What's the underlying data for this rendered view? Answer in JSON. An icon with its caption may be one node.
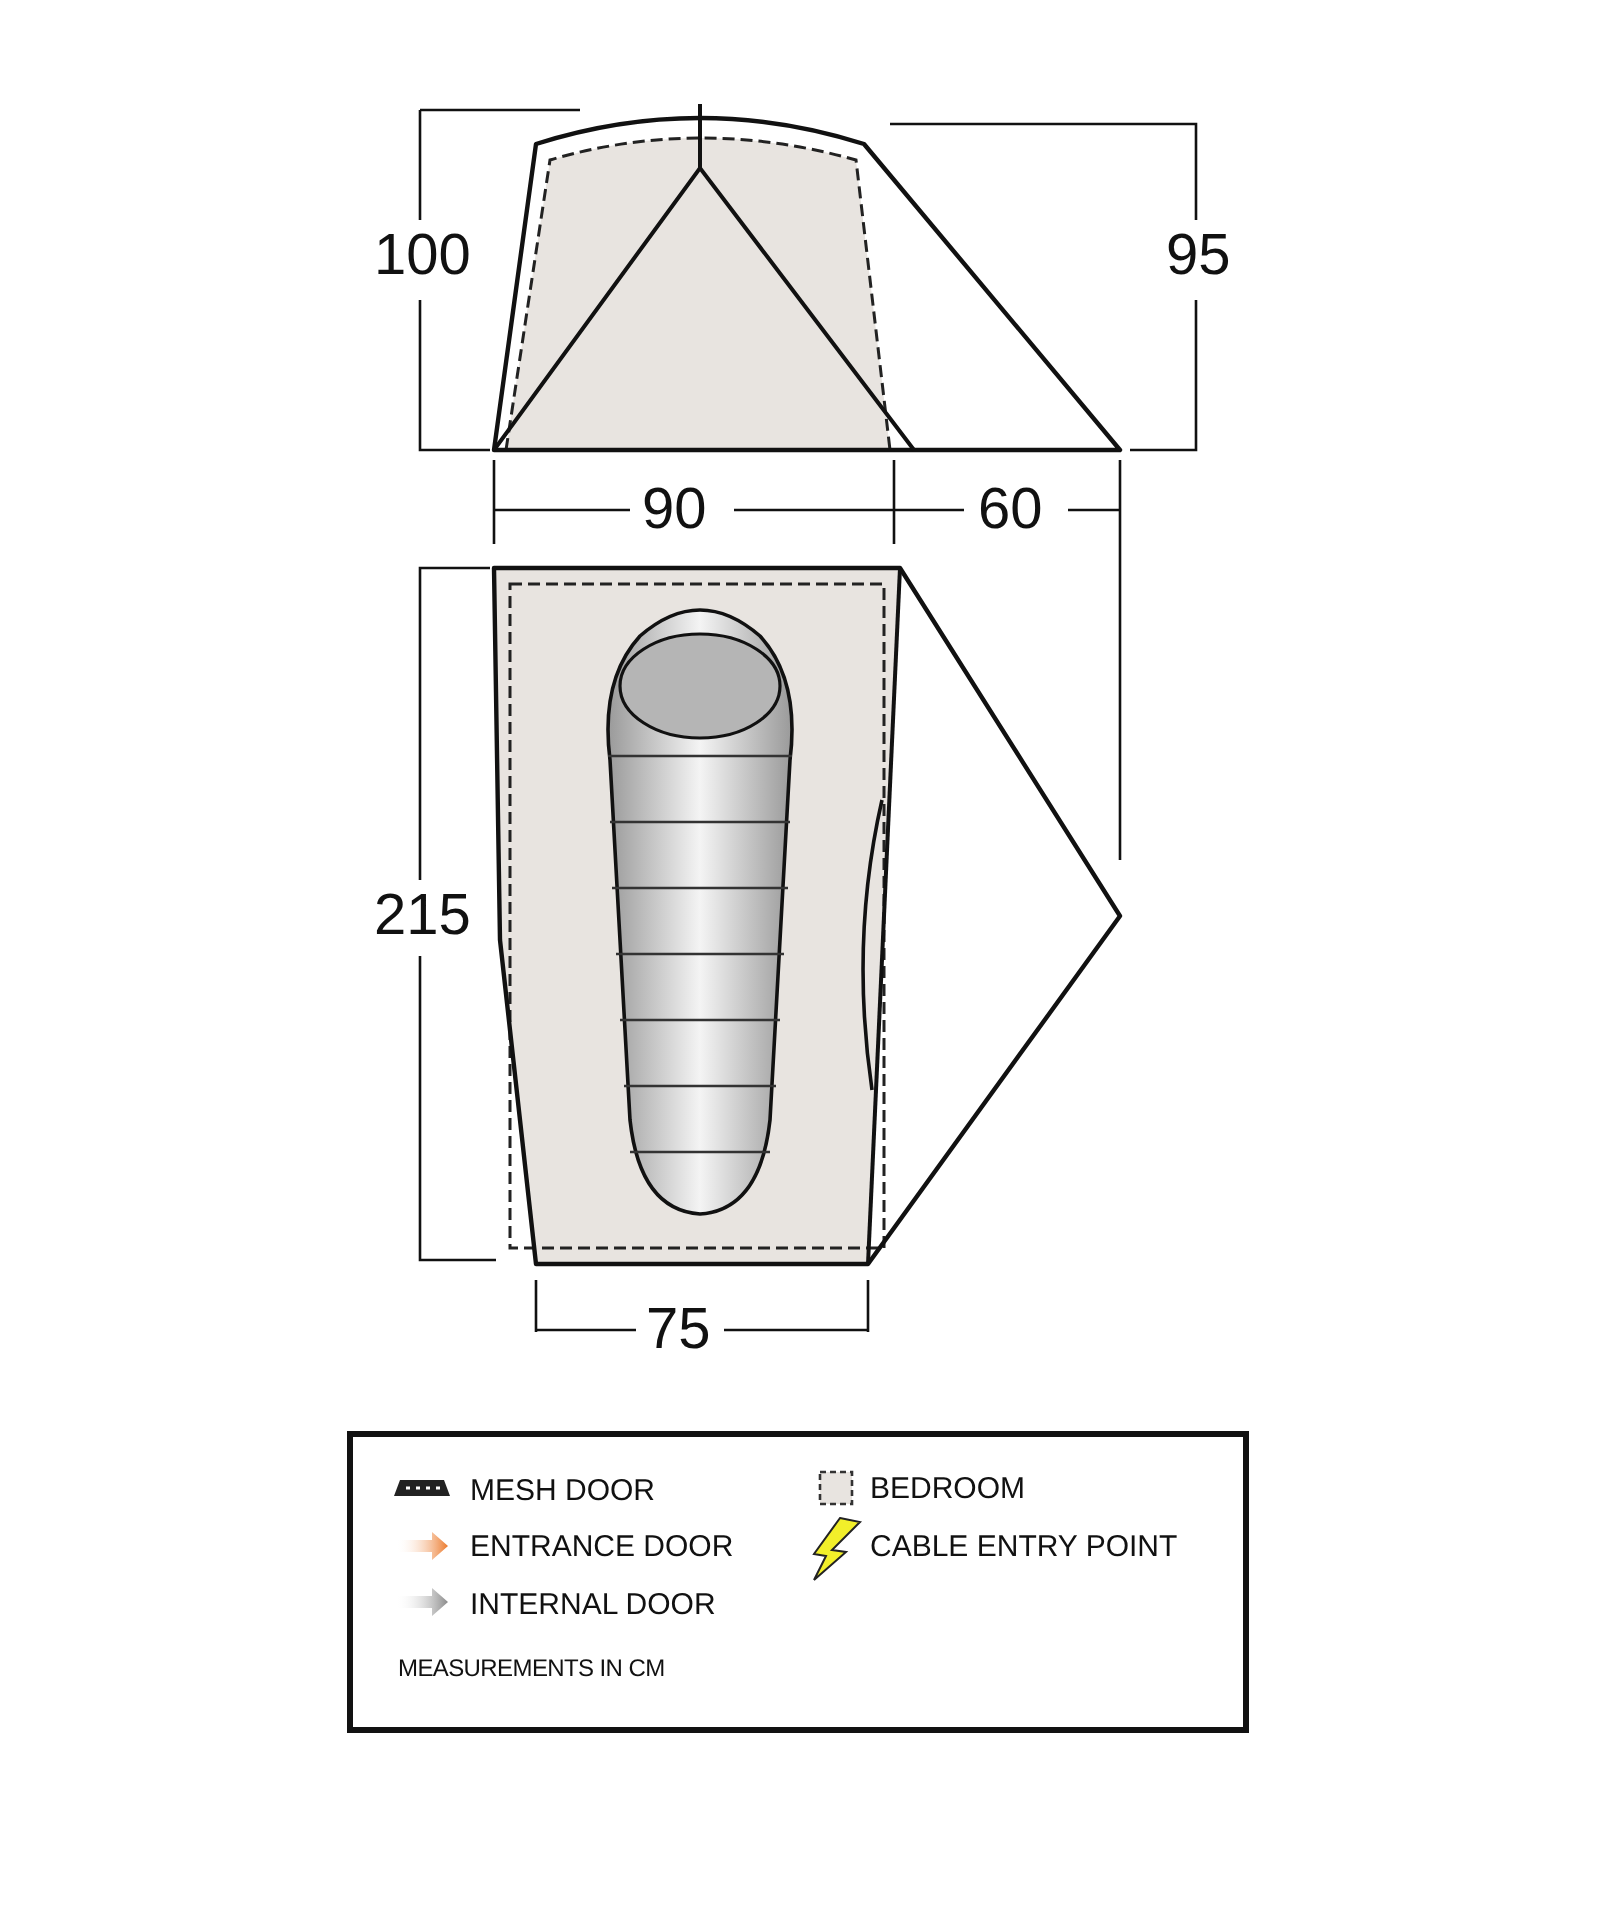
{
  "diagram": {
    "labels": [
      "100",
      "95",
      "90",
      "60",
      "215",
      "75",
      "MEASUREMENTS IN CM"
    ],
    "legend": [
      {
        "text": "MESH DOOR"
      },
      {
        "text": "ENTRANCE DOOR"
      },
      {
        "text": "INTERNAL DOOR"
      },
      {
        "text": "BEDROOM"
      },
      {
        "text": "CABLE ENTRY POINT"
      }
    ]
  }
}
